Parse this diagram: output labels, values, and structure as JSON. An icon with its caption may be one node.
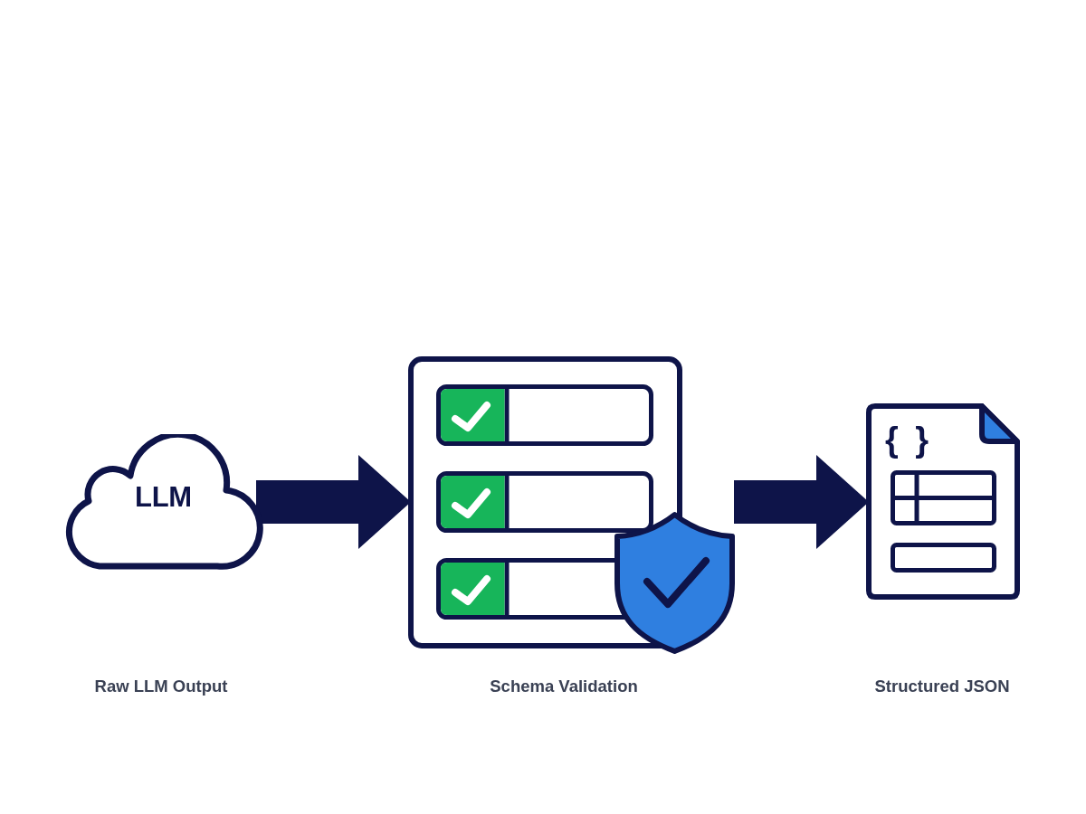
{
  "diagram": {
    "nodes": [
      {
        "text": [
          "LLM"
        ]
      },
      {
        "text": [],
        "shape": "picture"
      },
      {
        "text": [
          "{ }"
        ]
      }
    ],
    "edges": [
      {
        "from": 0,
        "to": 1,
        "arrow": "to"
      },
      {
        "from": 1,
        "to": 2,
        "arrow": "to"
      }
    ],
    "labels": [
      "Raw LLM Output",
      "Schema Validation",
      "Structured JSON"
    ]
  }
}
